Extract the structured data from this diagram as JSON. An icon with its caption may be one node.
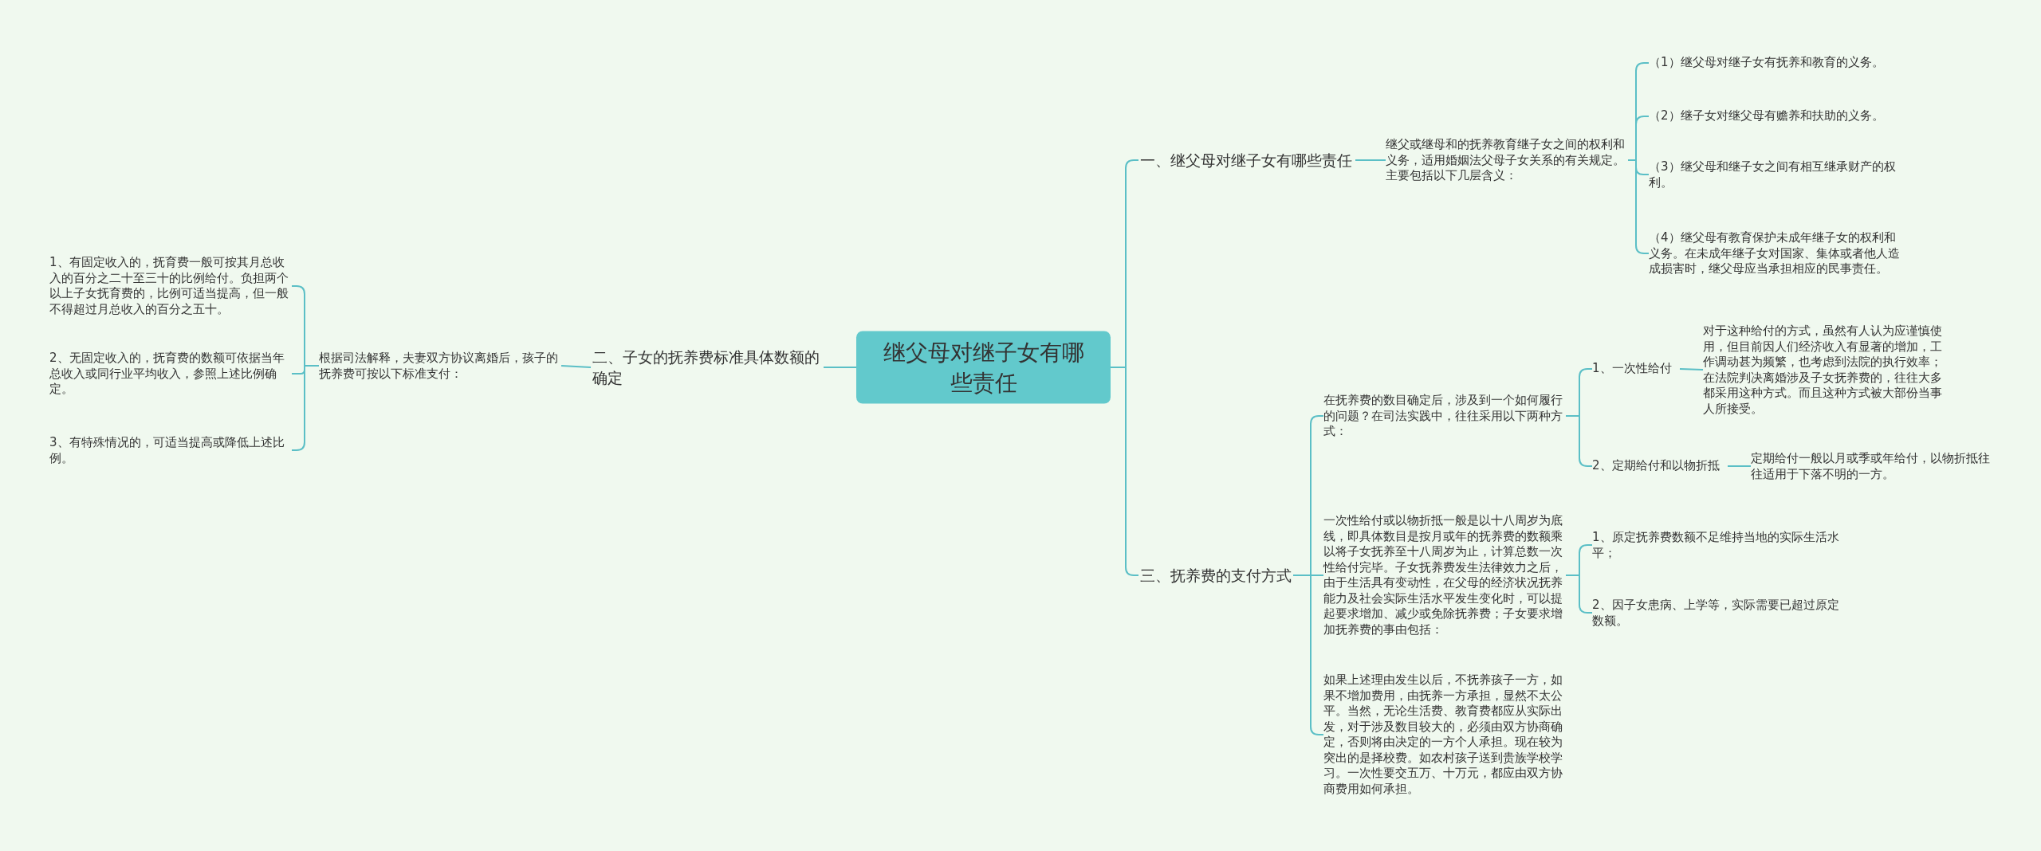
{
  "diagram": {
    "nodes": [
      {
        "text": [
          "继父母对继子女有哪些责任"
        ]
      },
      {
        "text": [
          "一、继父母对继子女有哪些责任"
        ]
      },
      {
        "text": [
          "继父或继母和的抚养教育继子女之间的权利和义务，适用婚姻法父母子女关系的有关规定。主要包括以下几层含义："
        ]
      },
      {
        "text": [
          "（1）继父母对继子女有抚养和教育的义务。"
        ]
      },
      {
        "text": [
          "（2）继子女对继父母有赡养和扶助的义务。"
        ]
      },
      {
        "text": [
          "（3）继父母和继子女之间有相互继承财产的权利。"
        ]
      },
      {
        "text": [
          "（4）继父母有教育保护未成年继子女的权利和义务。在未成年继子女对国家、集体或者他人造成损害时，继父母应当承担相应的民事责任。"
        ]
      },
      {
        "text": [
          "二、子女的抚养费标准具体数额的确定"
        ]
      },
      {
        "text": [
          "根据司法解释，夫妻双方协议离婚后，孩子的抚养费可按以下标准支付："
        ]
      },
      {
        "text": [
          "1、有固定收入的，抚育费一般可按其月总收入的百分之二十至三十的比例给付。负担两个以上子女抚育费的，比例可适当提高，但一般不得超过月总收入的百分之五十。"
        ]
      },
      {
        "text": [
          "2、无固定收入的，抚育费的数额可依据当年总收入或同行业平均收入，参照上述比例确定。"
        ]
      },
      {
        "text": [
          "3、有特殊情况的，可适当提高或降低上述比例。"
        ]
      },
      {
        "text": [
          "三、抚养费的支付方式"
        ]
      },
      {
        "text": [
          "在抚养费的数目确定后，涉及到一个如何履行的问题？在司法实践中，往往采用以下两种方式："
        ]
      },
      {
        "text": [
          "1、一次性给付"
        ]
      },
      {
        "text": [
          "对于这种给付的方式，虽然有人认为应谨慎使用，但目前因人们经济收入有显著的增加，工作调动甚为频繁，也考虑到法院的执行效率；在法院判决离婚涉及子女抚养费的，往往大多都采用这种方式。而且这种方式被大部份当事人所接受。"
        ]
      },
      {
        "text": [
          "2、定期给付和以物折抵"
        ]
      },
      {
        "text": [
          "定期给付一般以月或季或年给付，以物折抵往往适用于下落不明的一方。"
        ]
      },
      {
        "text": [
          "一次性给付或以物折抵一般是以十八周岁为底线，即具体数目是按月或年的抚养费的数额乘以将子女抚养至十八周岁为止，计算总数一次性给付完毕。子女抚养费发生法律效力之后，由于生活具有变动性，在父母的经济状况抚养能力及社会实际生活水平发生变化时，可以提起要求增加、减少或免除抚养费；子女要求增加抚养费的事由包括："
        ]
      },
      {
        "text": [
          "1、原定抚养费数额不足维持当地的实际生活水平；"
        ]
      },
      {
        "text": [
          "2、因子女患病、上学等，实际需要已超过原定数额。"
        ]
      },
      {
        "text": [
          "如果上述理由发生以后，不抚养孩子一方，如果不增加费用，由抚养一方承担，显然不太公平。当然，无论生活费、教育费都应从实际出发，对于涉及数目较大的，必须由双方协商确定，否则将由决定的一方个人承担。现在较为突出的是择校费。如农村孩子送到贵族学校学习。一次性要交五万、十万元，都应由双方协商费用如何承担。"
        ]
      }
    ],
    "edges": [
      {
        "from": 0,
        "to": 1,
        "arrow": "none"
      },
      {
        "from": 1,
        "to": 2,
        "arrow": "none"
      },
      {
        "from": 2,
        "to": 3,
        "arrow": "none"
      },
      {
        "from": 2,
        "to": 4,
        "arrow": "none"
      },
      {
        "from": 2,
        "to": 5,
        "arrow": "none"
      },
      {
        "from": 2,
        "to": 6,
        "arrow": "none"
      },
      {
        "from": 0,
        "to": 7,
        "arrow": "none"
      },
      {
        "from": 7,
        "to": 8,
        "arrow": "none"
      },
      {
        "from": 8,
        "to": 9,
        "arrow": "none"
      },
      {
        "from": 8,
        "to": 10,
        "arrow": "none"
      },
      {
        "from": 8,
        "to": 11,
        "arrow": "none"
      },
      {
        "from": 0,
        "to": 12,
        "arrow": "none"
      },
      {
        "from": 12,
        "to": 13,
        "arrow": "none"
      },
      {
        "from": 13,
        "to": 14,
        "arrow": "none"
      },
      {
        "from": 14,
        "to": 15,
        "arrow": "none"
      },
      {
        "from": 13,
        "to": 16,
        "arrow": "none"
      },
      {
        "from": 16,
        "to": 17,
        "arrow": "none"
      },
      {
        "from": 12,
        "to": 18,
        "arrow": "none"
      },
      {
        "from": 18,
        "to": 19,
        "arrow": "none"
      },
      {
        "from": 18,
        "to": 20,
        "arrow": "none"
      },
      {
        "from": 12,
        "to": 21,
        "arrow": "none"
      }
    ]
  }
}
